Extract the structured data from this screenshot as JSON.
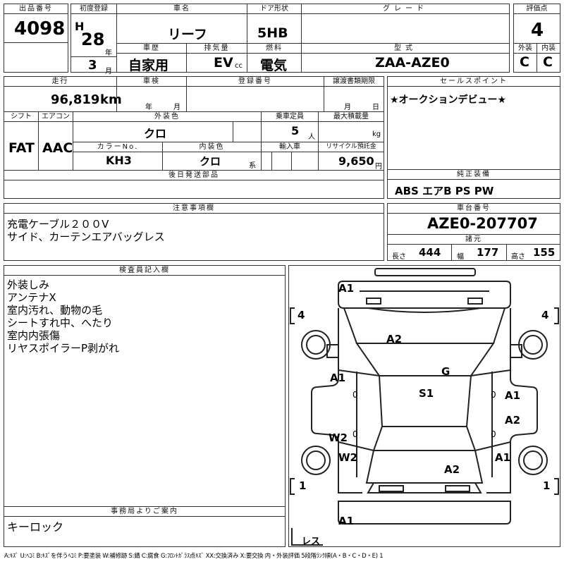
{
  "headers": {
    "lot_no": "出品番号",
    "first_reg": "初度登録",
    "car_name": "車名",
    "door_type": "ドア形状",
    "grade": "グレード",
    "score": "評価点",
    "history": "車歴",
    "displacement": "排気量",
    "fuel": "燃料",
    "model": "型式",
    "exterior": "外装",
    "interior": "内装",
    "mileage": "走行",
    "inspection": "車検",
    "reg_no": "登録番号",
    "transfer": "譲渡書類期限",
    "sales_point": "セールスポイント",
    "shift": "シフト",
    "aircon": "エアコン",
    "ext_color": "外装色",
    "capacity": "乗車定員",
    "max_load": "最大積載量",
    "color_no": "カラーNo.",
    "int_color": "内装色",
    "import": "輸入車",
    "recycle": "リサイクル預託金",
    "later_parts": "後日発送部品",
    "genuine": "純正装備",
    "caution": "注意事項欄",
    "chassis_no": "車台番号",
    "specs": "諸元",
    "inspector": "検査員記入欄",
    "office": "事務局よりご案内"
  },
  "vehicle": {
    "lot_no": "4098",
    "era": "H",
    "year": "28",
    "year_unit": "年",
    "month": "3",
    "month_unit": "月",
    "name": "リーフ",
    "door": "5HB",
    "grade": "",
    "score": "4",
    "history": "自家用",
    "displacement": "EV",
    "cc_unit": "cc",
    "fuel": "電気",
    "model": "ZAA-AZE0",
    "exterior_score": "C",
    "interior_score": "C",
    "mileage": "96,819",
    "km_unit": "km",
    "insp_year_unit": "年",
    "insp_month_unit": "月",
    "transfer_month_unit": "月",
    "transfer_day_unit": "日",
    "sales_point": "★オークションデビュー★",
    "shift": "FAT",
    "aircon": "AAC",
    "ext_color": "クロ",
    "capacity": "5",
    "capacity_unit": "人",
    "load_unit": "kg",
    "color_no": "KH3",
    "int_color": "クロ",
    "int_unit": "系",
    "recycle": "9,650",
    "yen_unit": "円",
    "genuine": "ABS エアB PS PW",
    "caution_1": "充電ケーブル２００V",
    "caution_2": "サイド、カーテンエアバッグレス",
    "chassis_no": "AZE0-207707",
    "length_label": "長さ",
    "length": "444",
    "width_label": "幅",
    "width": "177",
    "height_label": "高さ",
    "height": "155"
  },
  "inspector_notes": [
    "外装しみ",
    "アンテナX",
    "室内汚れ、動物の毛",
    "シートすれ中、へたり",
    "室内内張傷",
    "リヤスポイラーP剥がれ"
  ],
  "office_note": "キーロック",
  "diagram": {
    "tire_fl": "4",
    "tire_fr": "4",
    "tire_rl": "1",
    "tire_rr": "1",
    "spare": "レス",
    "marks": [
      "A1",
      "A2",
      "G",
      "A1",
      "S1",
      "A1",
      "A2",
      "W2",
      "W2",
      "A1",
      "A2",
      "A1"
    ],
    "zeros": [
      "0",
      "0",
      "0",
      "0"
    ]
  },
  "legend": "A:ｷｽﾞ U:ﾍｺﾐ B:ｷｽﾞを伴うﾍｺﾐ P:要塗装 W:補修跡 S:錆 C:腐食 G:ﾌﾛﾝﾄｶﾞﾗｽ点ｷｽﾞ XX:交換済み X:要交換 内・外装評価 5段階ﾗﾝｸ順(A・B・C・D・E) 1"
}
